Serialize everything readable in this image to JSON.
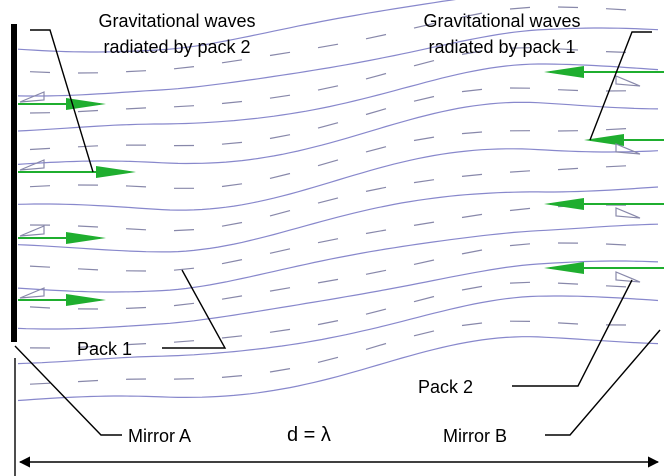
{
  "labels": {
    "waves_pack2_line1": "Gravitational waves",
    "waves_pack2_line2": "radiated by pack 2",
    "waves_pack1_line1": "Gravitational waves",
    "waves_pack1_line2": "radiated by pack 1",
    "pack1": "Pack 1",
    "pack2": "Pack 2",
    "mirror_a": "Mirror A",
    "mirror_b": "Mirror B",
    "distance": "d = λ"
  },
  "colors": {
    "wave_line": "#8888cc",
    "wave_dash": "#8888aa",
    "arrow_fill": "#1fae2f",
    "arrow_outline": "#8888aa",
    "mirror": "#000000",
    "callout": "#000000"
  }
}
